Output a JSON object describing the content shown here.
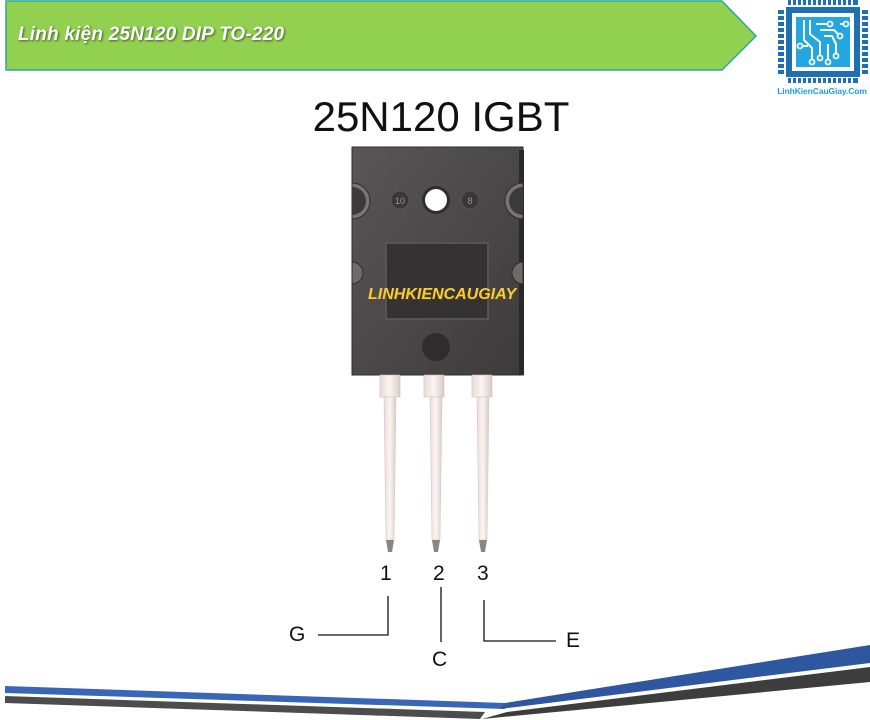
{
  "header": {
    "title": "Linh kiện 25N120  DIP TO-220",
    "banner_color": "#92d050",
    "banner_border": "#2aa79c"
  },
  "logo": {
    "icon": "circuit-chip-icon",
    "text": "LinhKienCauGiay.Com",
    "color": "#1e9fd8"
  },
  "figure": {
    "heading": "25N120 IGBT",
    "watermark": "LINHKIENCAUGIAY",
    "package_markings": [
      "10",
      "8"
    ],
    "pins": [
      {
        "number": "1",
        "label": "G"
      },
      {
        "number": "2",
        "label": "C"
      },
      {
        "number": "3",
        "label": "E"
      }
    ]
  },
  "footer": {
    "stripe_colors": [
      "#3a66b8",
      "#4a4a4a"
    ]
  }
}
